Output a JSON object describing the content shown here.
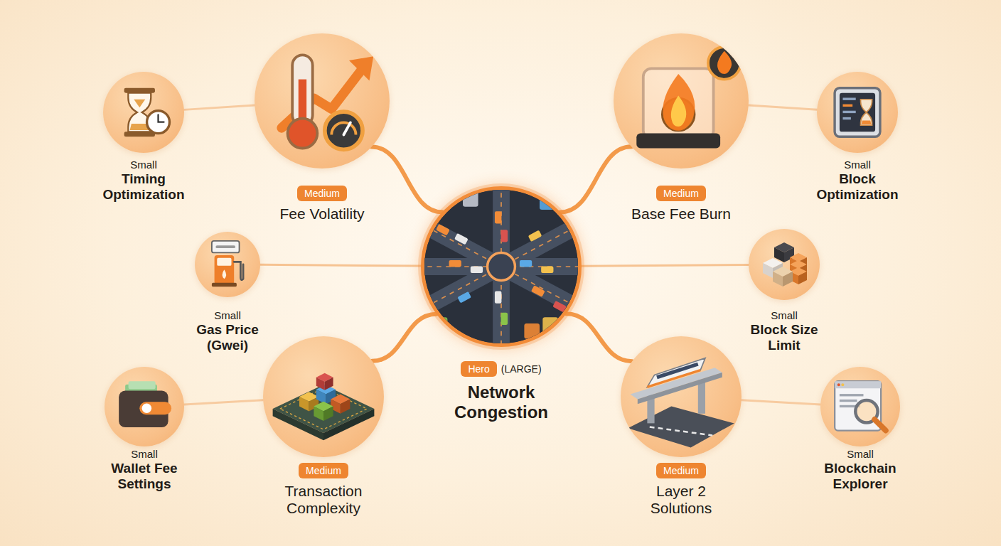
{
  "diagram": {
    "nodes": [
      {
        "text": [
          "Hero",
          "(LARGE)",
          "Network Congestion"
        ]
      },
      {
        "text": [
          "Medium",
          "Fee Volatility"
        ]
      },
      {
        "text": [
          "Medium",
          "Base Fee Burn"
        ]
      },
      {
        "text": [
          "Medium",
          "Transaction Complexity"
        ]
      },
      {
        "text": [
          "Medium",
          "Layer 2 Solutions"
        ]
      },
      {
        "text": [
          "Small",
          "Timing Optimization"
        ]
      },
      {
        "text": [
          "Small",
          "Gas Price (Gwei)"
        ]
      },
      {
        "text": [
          "Small",
          "Wallet Fee Settings"
        ]
      },
      {
        "text": [
          "Small",
          "Block Optimization"
        ]
      },
      {
        "text": [
          "Small",
          "Block Size Limit"
        ]
      },
      {
        "text": [
          "Small",
          "Blockchain Explorer"
        ]
      }
    ],
    "edges": [
      {
        "from": 0,
        "to": 1,
        "arrow": "none"
      },
      {
        "from": 0,
        "to": 2,
        "arrow": "none"
      },
      {
        "from": 0,
        "to": 3,
        "arrow": "none"
      },
      {
        "from": 0,
        "to": 4,
        "arrow": "none"
      },
      {
        "from": 0,
        "to": 6,
        "arrow": "none"
      },
      {
        "from": 0,
        "to": 9,
        "arrow": "none"
      },
      {
        "from": 1,
        "to": 5,
        "arrow": "none"
      },
      {
        "from": 2,
        "to": 8,
        "arrow": "none"
      },
      {
        "from": 3,
        "to": 7,
        "arrow": "none"
      },
      {
        "from": 4,
        "to": 10,
        "arrow": "none"
      }
    ]
  }
}
